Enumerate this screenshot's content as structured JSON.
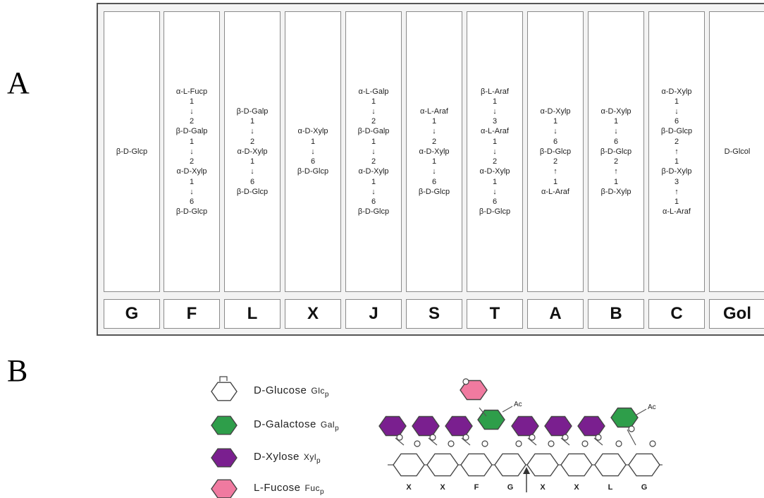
{
  "panel_a_label": "A",
  "panel_b_label": "B",
  "columns": [
    {
      "code": "G",
      "lines": [
        "β-D-Glcp"
      ]
    },
    {
      "code": "F",
      "lines": [
        "α-L-Fucp",
        "1",
        "↓",
        "2",
        "β-D-Galp",
        "1",
        "↓",
        "2",
        "α-D-Xylp",
        "1",
        "↓",
        "6",
        "β-D-Glcp"
      ]
    },
    {
      "code": "L",
      "lines": [
        "β-D-Galp",
        "1",
        "↓",
        "2",
        "α-D-Xylp",
        "1",
        "↓",
        "6",
        "β-D-Glcp"
      ]
    },
    {
      "code": "X",
      "lines": [
        "α-D-Xylp",
        "1",
        "↓",
        "6",
        "β-D-Glcp"
      ]
    },
    {
      "code": "J",
      "lines": [
        "α-L-Galp",
        "1",
        "↓",
        "2",
        "β-D-Galp",
        "1",
        "↓",
        "2",
        "α-D-Xylp",
        "1",
        "↓",
        "6",
        "β-D-Glcp"
      ]
    },
    {
      "code": "S",
      "lines": [
        "α-L-Araf",
        "1",
        "↓",
        "2",
        "α-D-Xylp",
        "1",
        "↓",
        "6",
        "β-D-Glcp"
      ]
    },
    {
      "code": "T",
      "lines": [
        "β-L-Araf",
        "1",
        "↓",
        "3",
        "α-L-Araf",
        "1",
        "↓",
        "2",
        "α-D-Xylp",
        "1",
        "↓",
        "6",
        "β-D-Glcp"
      ]
    },
    {
      "code": "A",
      "lines": [
        "α-D-Xylp",
        "1",
        "↓",
        "6",
        "β-D-Glcp",
        "2",
        "↑",
        "1",
        "α-L-Araf"
      ]
    },
    {
      "code": "B",
      "lines": [
        "α-D-Xylp",
        "1",
        "↓",
        "6",
        "β-D-Glcp",
        "2",
        "↑",
        "1",
        "β-D-Xylp"
      ]
    },
    {
      "code": "C",
      "lines": [
        "α-D-Xylp",
        "1",
        "↓",
        "6",
        "β-D-Glcp",
        "2",
        "↑",
        "1",
        "β-D-Xylp",
        "3",
        "↑",
        "1",
        "α-L-Araf"
      ]
    },
    {
      "code": "Gol",
      "lines": [
        "D-Glcol"
      ]
    }
  ],
  "legend": [
    {
      "name": "D-Glucose",
      "abbr": "Glc",
      "sub": "p",
      "color": "#ffffff"
    },
    {
      "name": "D-Galactose",
      "abbr": "Gal",
      "sub": "p",
      "color": "#2e9e4a"
    },
    {
      "name": "D-Xylose",
      "abbr": "Xyl",
      "sub": "p",
      "color": "#7a1f8f"
    },
    {
      "name": "L-Fucose",
      "abbr": "Fuc",
      "sub": "p",
      "color": "#f07aa0"
    }
  ],
  "backbone_codes": [
    "X",
    "X",
    "F",
    "G",
    "X",
    "X",
    "L",
    "G"
  ],
  "acetyl_label": "Ac"
}
